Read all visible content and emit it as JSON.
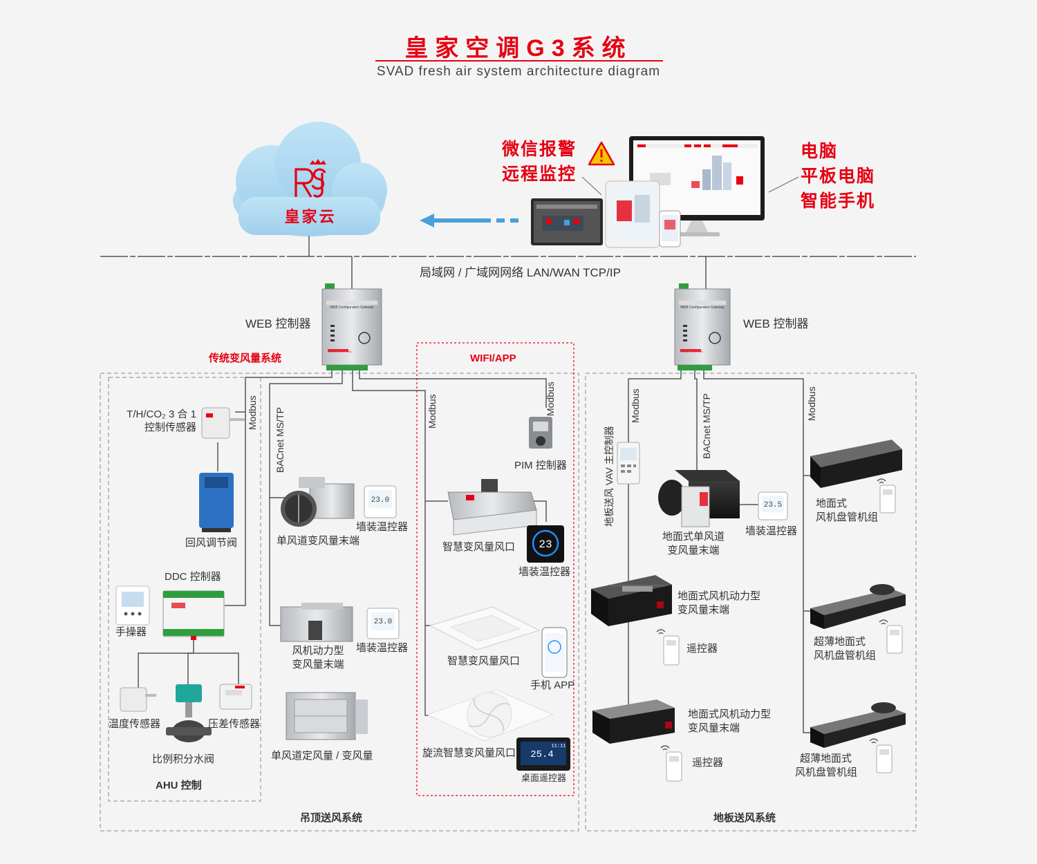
{
  "header": {
    "title": "皇家空调G3系统",
    "subtitle": "SVAD fresh air system architecture diagram"
  },
  "cloud": {
    "label": "皇家云",
    "logo_icon": "rsj-crown-logo-icon",
    "color": "#a9d7f0"
  },
  "alerts": {
    "line1": "微信报警",
    "line2": "远程监控",
    "icon": "warning-triangle-icon"
  },
  "devices_label": {
    "line1": "电脑",
    "line2": "平板电脑",
    "line3": "智能手机"
  },
  "network": {
    "label": "局域网 / 广域网网络 LAN/WAN TCP/IP"
  },
  "controllers": {
    "left_label": "WEB 控制器",
    "right_label": "WEB 控制器",
    "gateway_text": "WEB Configuration Gateway",
    "brand": "ROYAL CONTROL"
  },
  "sections": {
    "traditional": "传统变风量系统",
    "wifi": "WIFI/APP",
    "ceiling": "吊顶送风系统",
    "floor": "地板送风系统",
    "ahu": "AHU 控制"
  },
  "protocols": {
    "modbus": "Modbus",
    "bacnet": "BACnet MS/TP",
    "vav_master": "地板送风 VAV 主控制器"
  },
  "ahu": {
    "sensor_line1": "T/H/CO₂ 3 合 1",
    "sensor_line2": "控制传感器",
    "damper": "回风调节阀",
    "ddc": "DDC 控制器",
    "handheld": "手操器",
    "temp_sensor": "温度传感器",
    "valve": "比例积分水阀",
    "pressure_sensor": "压差传感器"
  },
  "ceiling_devices": {
    "single_duct": "单风道变风量末端",
    "thermostat": "墙装温控器",
    "fan_powered_line1": "风机动力型",
    "fan_powered_line2": "变风量末端",
    "constant": "单风道定风量 / 变风量",
    "thermostat_display": "23.0"
  },
  "wifi_devices": {
    "pim": "PIM 控制器",
    "smart_diffuser": "智慧变风量风口",
    "wall_thermostat": "墙装温控器",
    "smart_diffuser2": "智慧变风量风口",
    "phone_app": "手机 APP",
    "swirl": "旋流智慧变风量风口",
    "desk_remote": "桌面遥控器",
    "thermostat_display": "23",
    "remote_display": "25.4",
    "remote_time": "11:11"
  },
  "floor_devices": {
    "single_duct_line1": "地面式单风道",
    "single_duct_line2": "变风量末端",
    "thermostat": "墙装温控器",
    "thermostat_display": "23.5",
    "fcu_line1": "地面式",
    "fcu_line2": "风机盘管机组",
    "fan_powered_line1": "地面式风机动力型",
    "fan_powered_line2": "变风量末端",
    "remote": "遥控器",
    "thin_fcu_line1": "超薄地面式",
    "thin_fcu_line2": "风机盘管机组"
  },
  "colors": {
    "accent": "#e60012",
    "line": "#555555",
    "dash": "#888888",
    "cloud": "#a9d7f0",
    "arrow": "#4a9fd8"
  }
}
